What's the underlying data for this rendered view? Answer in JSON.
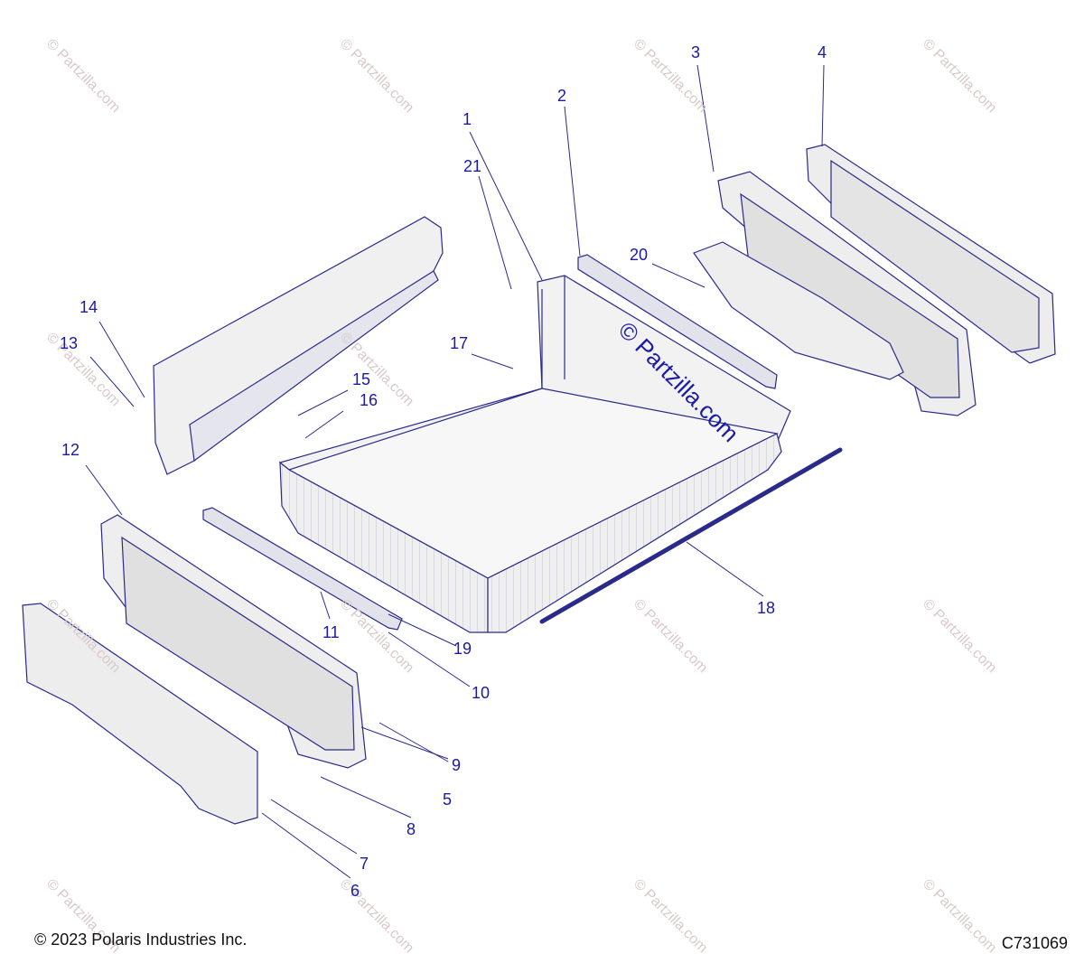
{
  "watermark": {
    "text": "© Partzilla.com"
  },
  "callouts": [
    "1",
    "2",
    "3",
    "4",
    "5",
    "6",
    "7",
    "8",
    "9",
    "10",
    "11",
    "12",
    "13",
    "14",
    "15",
    "16",
    "17",
    "18",
    "19",
    "20",
    "21"
  ],
  "footer": {
    "copyright": "© 2023 Polaris Industries Inc.",
    "code": "C731069"
  },
  "colors": {
    "callout": "#1a1aa6",
    "line": "#2a2a8a",
    "part_fill": "#ececec"
  }
}
